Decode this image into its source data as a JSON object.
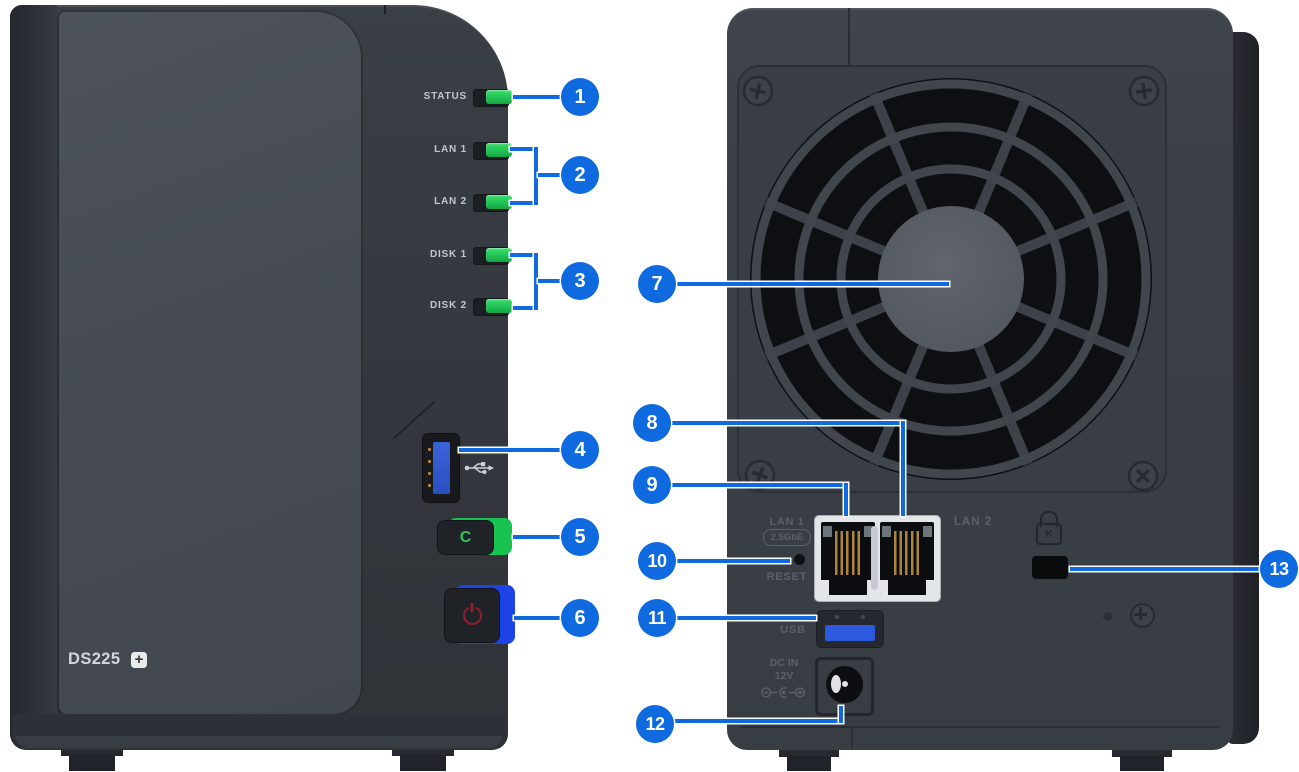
{
  "front_view": {
    "model_label": "DS225",
    "model_badge_plus": "+",
    "led_labels": [
      "STATUS",
      "LAN 1",
      "LAN 2",
      "DISK 1",
      "DISK 2"
    ],
    "copy_button_label": "C"
  },
  "back_view": {
    "lan1_label": "LAN 1",
    "lan1_speed_badge": "2.5GbE",
    "lan2_label": "LAN 2",
    "reset_label": "RESET",
    "usb_label": "USB",
    "dc_in_line1": "DC IN",
    "dc_in_line2": "12V",
    "kensington_letter": "K"
  },
  "callouts": [
    "1",
    "2",
    "3",
    "4",
    "5",
    "6",
    "7",
    "8",
    "9",
    "10",
    "11",
    "12",
    "13"
  ],
  "colors": {
    "callout_blue": "#0e6ade",
    "led_green": "#22c355",
    "copy_button_green": "#18c352",
    "power_button_blue": "#1c43e6",
    "power_icon_red": "#8e1f2e",
    "usb_port_blue": "#2d59dd",
    "chassis_dark": "#383d44",
    "door_gray": "#464b52",
    "label_light": "#c2c7cd",
    "label_dark": "#5b6168"
  }
}
